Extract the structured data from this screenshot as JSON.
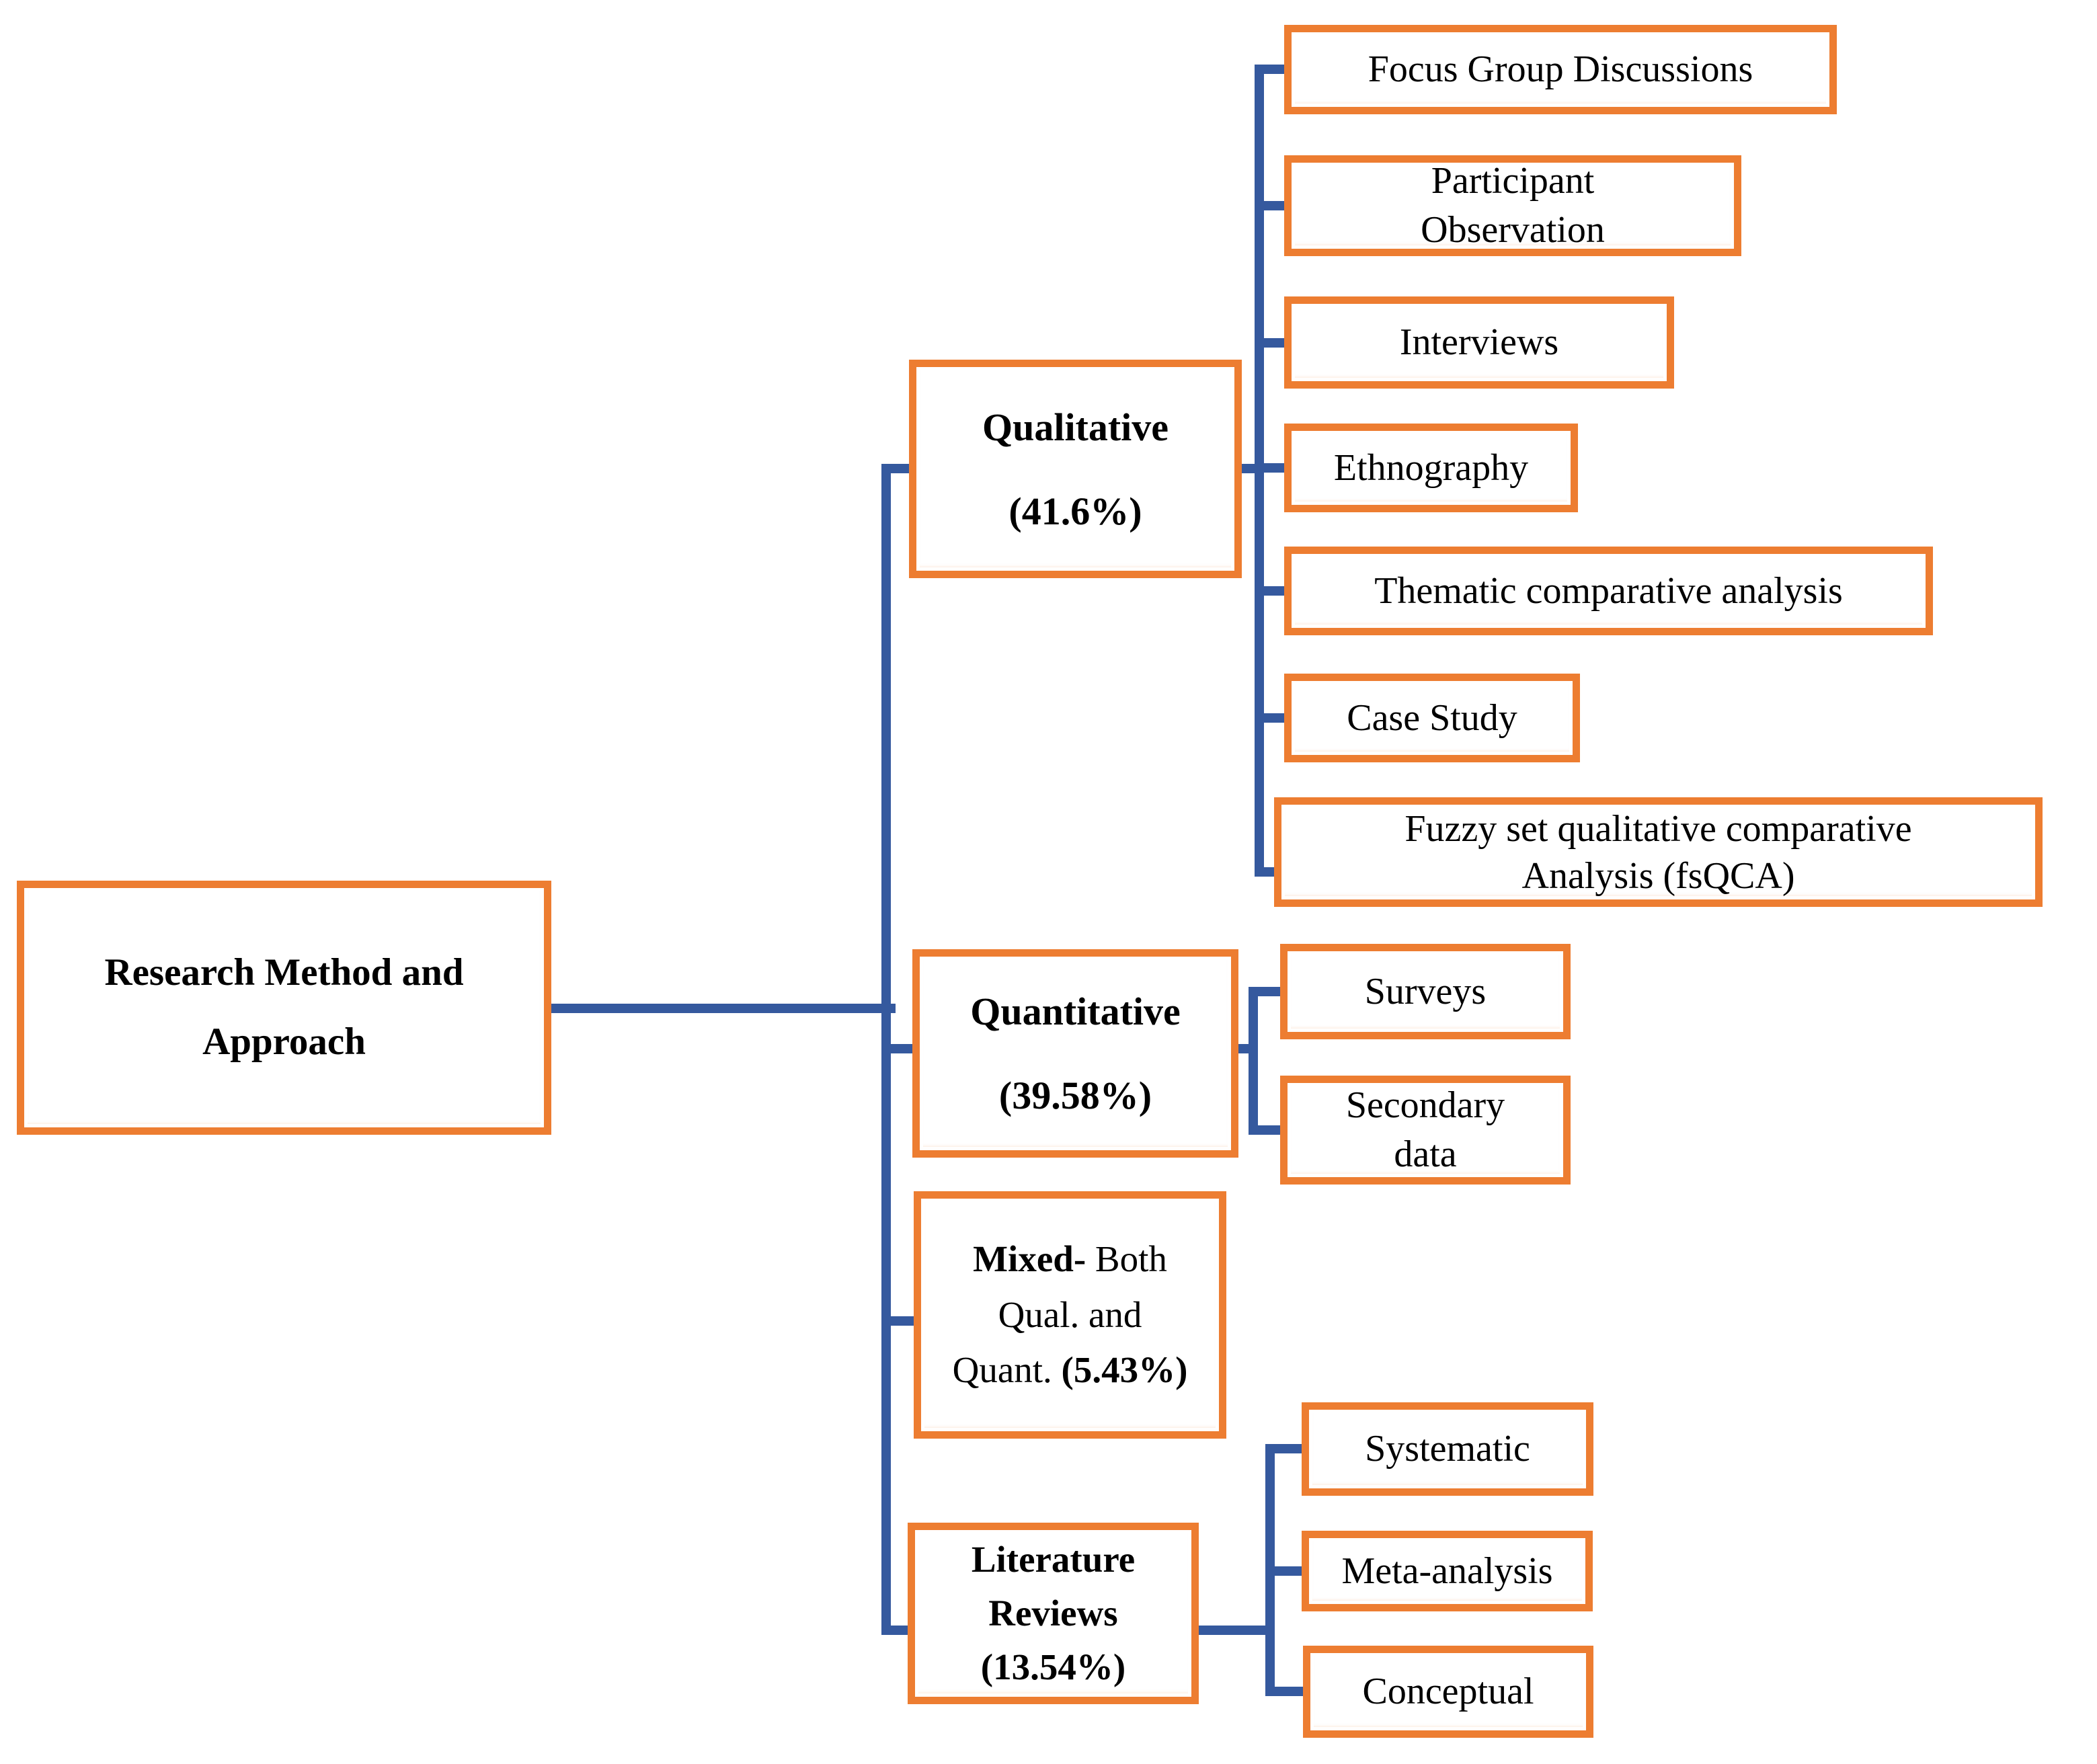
{
  "colors": {
    "border_orange": "#ED7D31",
    "connector_blue": "#35599E",
    "text": "#000000",
    "background": "#FFFFFF"
  },
  "root": {
    "label": "Research Method and Approach"
  },
  "branches": {
    "qualitative": {
      "name": "Qualitative",
      "percent": "(41.6%)"
    },
    "quantitative": {
      "name": "Quantitative",
      "percent": "(39.58%)"
    },
    "mixed": {
      "bold_lead": "Mixed-",
      "line1_rest": " Both",
      "line2": "Qual. and",
      "line3_lead": "Quant. ",
      "percent": "(5.43%)"
    },
    "literature": {
      "name_line1": "Literature",
      "name_line2": "Reviews",
      "percent": "(13.54%)"
    }
  },
  "methods": {
    "qualitative": {
      "focus_group": "Focus Group Discussions",
      "participant_line1": "Participant",
      "participant_line2": "Observation",
      "interviews": "Interviews",
      "ethnography": "Ethnography",
      "thematic": "Thematic comparative analysis",
      "case_study": "Case Study",
      "fsqca_line1": "Fuzzy set qualitative comparative",
      "fsqca_line2": "Analysis (fsQCA)"
    },
    "quantitative": {
      "surveys": "Surveys",
      "secondary_line1": "Secondary",
      "secondary_line2": "data"
    },
    "literature": {
      "systematic": "Systematic",
      "meta_analysis": "Meta-analysis",
      "conceptual": "Conceptual"
    }
  }
}
